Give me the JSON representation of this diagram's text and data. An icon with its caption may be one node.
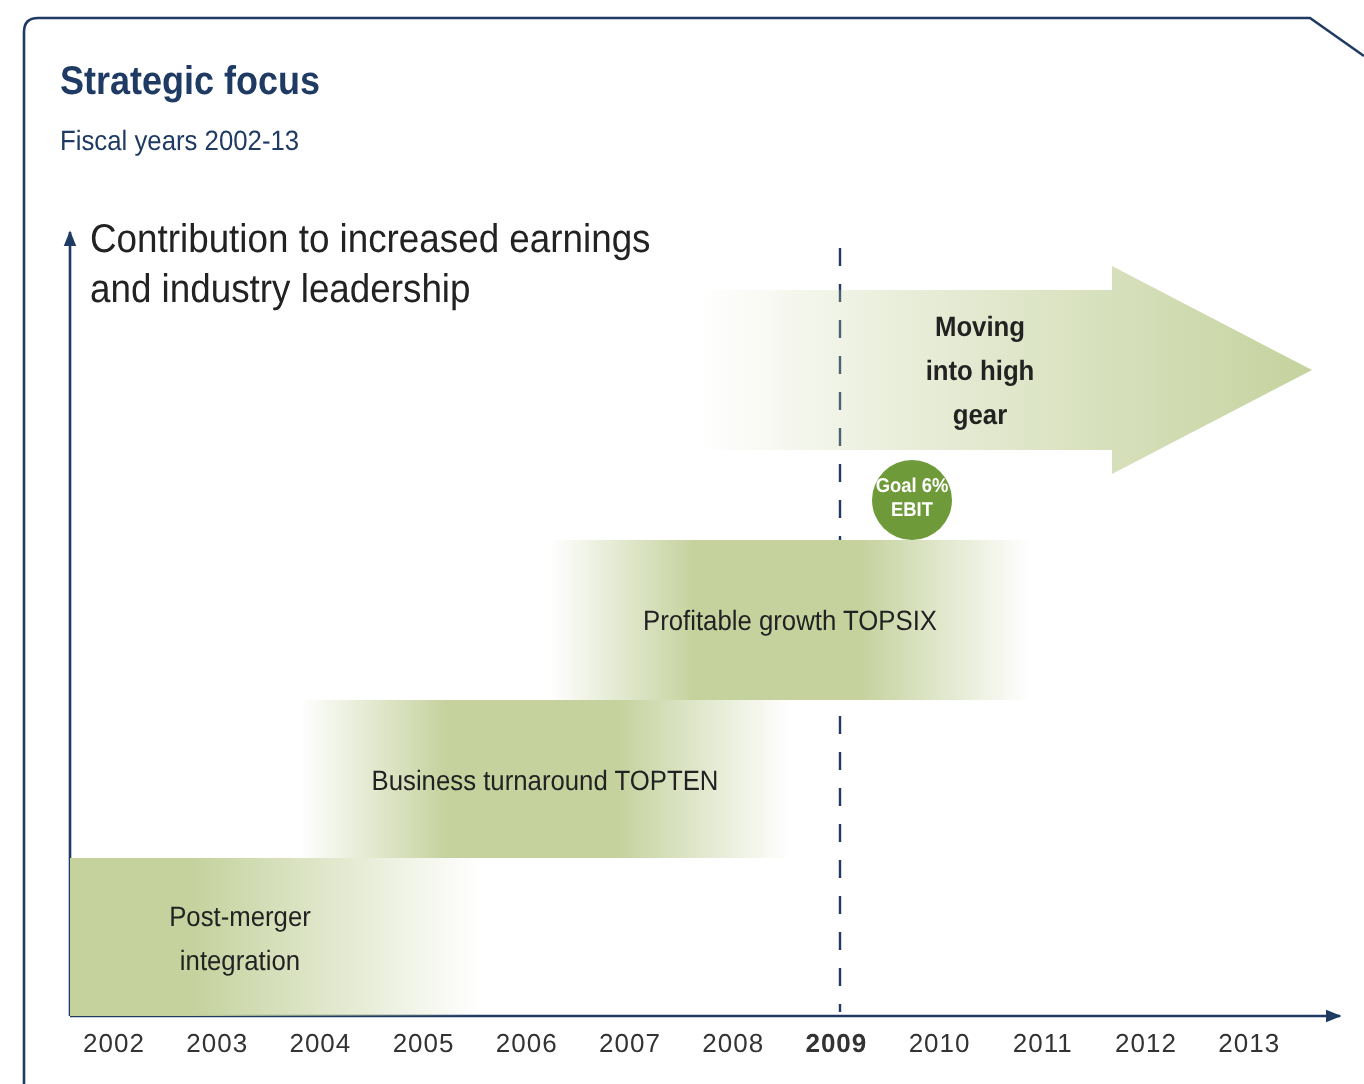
{
  "diagram": {
    "title": "Strategic focus",
    "nodes": [
      {
        "text": [
          "Moving into high gear"
        ]
      },
      {
        "text": [
          "Goal 6% EBIT"
        ]
      },
      {
        "text": [
          "Profitable growth TOPSIX"
        ]
      },
      {
        "text": [
          "Business turnaround TOPTEN"
        ]
      },
      {
        "text": [
          "Post-merger integration"
        ]
      }
    ],
    "edges": [],
    "labels": [
      "Fiscal years 2002-13",
      "Contribution to increased earnings and industry leadership",
      "2002",
      "2003",
      "2004",
      "2005",
      "2006",
      "2007",
      "2008",
      "2009",
      "2010",
      "2011",
      "2012",
      "2013"
    ]
  }
}
